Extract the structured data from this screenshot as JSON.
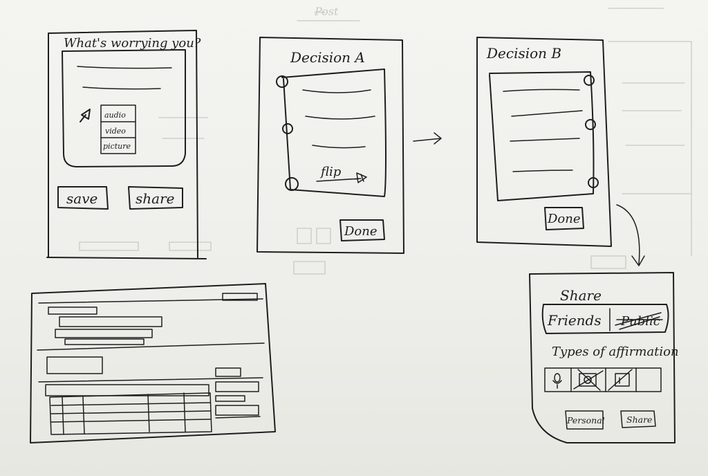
{
  "frame1": {
    "prompt": "What's worrying you?",
    "media_options": [
      "audio",
      "video",
      "picture"
    ],
    "save_label": "save",
    "share_label": "share"
  },
  "frame2": {
    "title": "Decision A",
    "flip_label": "flip",
    "done_label": "Done"
  },
  "frame3": {
    "title": "Decision B",
    "done_label": "Done"
  },
  "frame4": {
    "title": "Share",
    "audience_selected": "Friends",
    "audience_struck": "Public",
    "types_label": "Types of affirmation",
    "personal_label": "Personal",
    "share_label": "Share"
  }
}
